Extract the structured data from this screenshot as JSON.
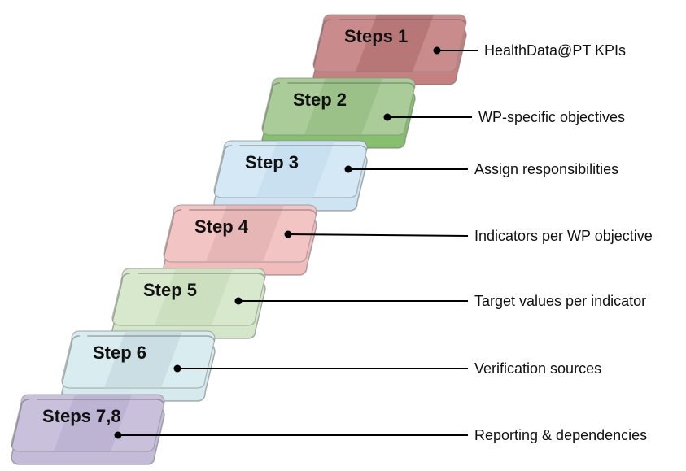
{
  "steps": [
    {
      "label": "Steps 1",
      "description": "HealthData@PT KPIs",
      "top": "#c98b8b",
      "shade": "#a86868",
      "side": "#c58080"
    },
    {
      "label": "Step 2",
      "description": "WP-specific objectives",
      "top": "#a9cc98",
      "shade": "#8fb87c",
      "side": "#86bf6e"
    },
    {
      "label": "Step 3",
      "description": "Assign responsibilities",
      "top": "#d4e8f5",
      "shade": "#bfd9ec",
      "side": "#cfe4f3"
    },
    {
      "label": "Step 4",
      "description": "Indicators per WP objective",
      "top": "#f2c4c4",
      "shade": "#dcaaaa",
      "side": "#f0bcbc"
    },
    {
      "label": "Step 5",
      "description": "Target values per indicator",
      "top": "#d7e8cc",
      "shade": "#c2d8b4",
      "side": "#d3e6c8"
    },
    {
      "label": "Step 6",
      "description": "Verification sources",
      "top": "#d9ecef",
      "shade": "#bfd3d8",
      "side": "#d6eaee"
    },
    {
      "label": "Steps 7,8",
      "description": "Reporting & dependencies",
      "top": "#c9c0dc",
      "shade": "#b3a9cc",
      "side": "#c4bbd8"
    }
  ]
}
